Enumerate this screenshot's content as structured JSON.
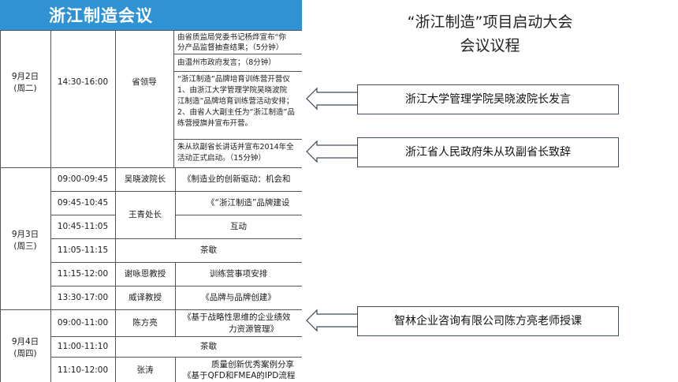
{
  "banner": {
    "title": "浙江制造会议"
  },
  "days": [
    {
      "date": "9月2日",
      "weekday": "(周二)"
    },
    {
      "date": "9月3日",
      "weekday": "(周三)"
    },
    {
      "date": "9月4日",
      "weekday": "(周四)"
    }
  ],
  "day1": {
    "time": "14:30-16:00",
    "speaker": "省领导",
    "items": [
      "由省质监局党委书记杨烨宣布“你",
      "分产品监督抽查结果；（5分钟）",
      "由温州市政府发言；（8分钟）",
      "“浙江制造”品牌培育训练营开营仪",
      "1、由浙江大学管理学院吴晓波院",
      "江制造”品牌培育训练营活动安排；",
      "2、由省人大副主任为“浙江制造”品",
      "练营授旗并宣布开营。",
      "朱从玖副省长讲话并宣布2014年全",
      "活动正式启动。（15分钟）"
    ]
  },
  "day2": [
    {
      "time": "09:00-09:45",
      "speaker": "吴晓波院长",
      "topic": "《制造业的创新驱动：机会和"
    },
    {
      "time": "09:45-10:45",
      "speaker": "王青处长",
      "topic": "《“浙江制造”品牌建设"
    },
    {
      "time": "10:45-11:05",
      "speaker": "",
      "topic": "互动"
    },
    {
      "time": "11:05-11:15",
      "speaker": "",
      "topic": "茶歇"
    },
    {
      "time": "11:15-12:00",
      "speaker": "谢咏恩教授",
      "topic": "训练营事项安排"
    },
    {
      "time": "13:30-17:00",
      "speaker": "威译教授",
      "topic": "《品牌与品牌创建》"
    }
  ],
  "day3": [
    {
      "time": "09:00-11:00",
      "speaker": "陈方亮",
      "topic_line1": "《基于战略性思维的企业绩效",
      "topic_line2": "力资源管理》"
    },
    {
      "time": "11:00-11:10",
      "speaker": "",
      "topic_line1": "茶歇",
      "topic_line2": ""
    },
    {
      "time": "11:10-12:00",
      "speaker": "张涛",
      "topic_line1": "质量创新优秀案例分享",
      "topic_line2": "《基于QFD和FMEA的IPD流程"
    }
  ],
  "agenda": {
    "title_line1": "“浙江制造”项目启动大会",
    "title_line2": "会议议程"
  },
  "callouts": [
    "浙江大学管理学院吴晓波院长发言",
    "浙江省人民政府朱从玖副省长致辞",
    "智林企业咨询有限公司陈方亮老师授课"
  ],
  "colors": {
    "banner": "#2f93d3",
    "arrow": "#3f4a5a"
  }
}
